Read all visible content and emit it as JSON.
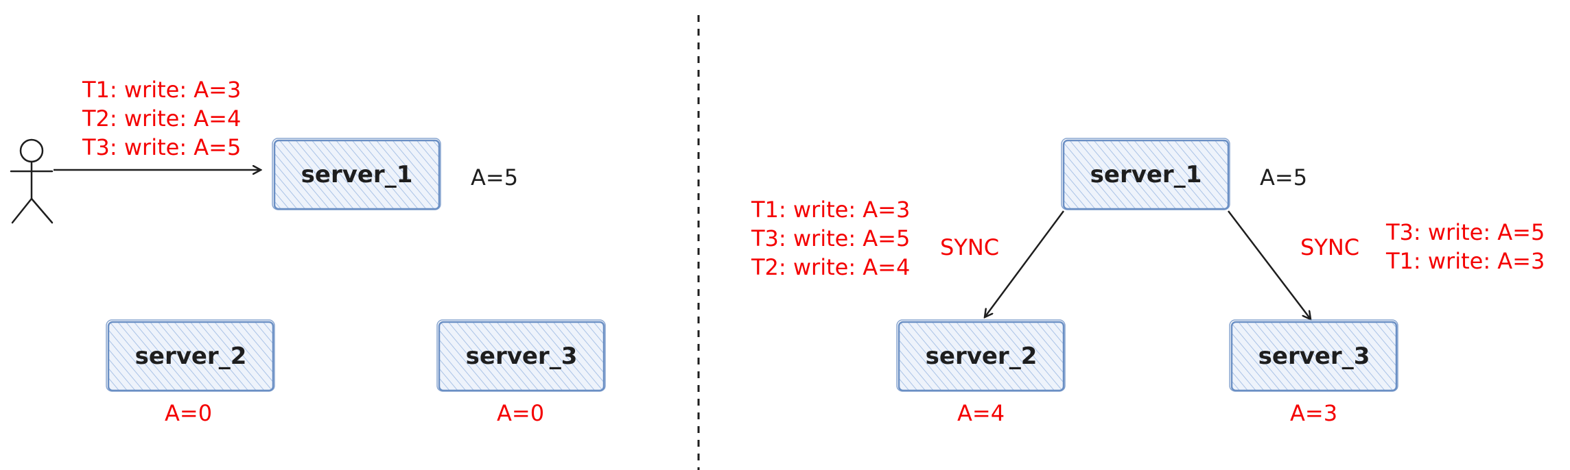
{
  "left_panel": {
    "writes": [
      "T1: write: A=3",
      "T2: write: A=4",
      "T3: write: A=5"
    ],
    "server_1": {
      "name": "server_1",
      "value": "A=5"
    },
    "server_2": {
      "name": "server_2",
      "value": "A=0"
    },
    "server_3": {
      "name": "server_3",
      "value": "A=0"
    }
  },
  "right_panel": {
    "server_1": {
      "name": "server_1",
      "value": "A=5"
    },
    "server_2": {
      "name": "server_2",
      "value": "A=4"
    },
    "server_3": {
      "name": "server_3",
      "value": "A=3"
    },
    "sync_left_label": "SYNC",
    "sync_right_label": "SYNC",
    "server_2_log": [
      "T1: write: A=3",
      "T3: write: A=5",
      "T2: write: A=4"
    ],
    "server_3_log": [
      "T3: write: A=5",
      "T1: write: A=3"
    ]
  },
  "colors": {
    "node_fill": "#dbe7f5",
    "node_stroke": "#6a8fc4",
    "highlight_text": "#f40000",
    "ink": "#1e1e1e"
  }
}
